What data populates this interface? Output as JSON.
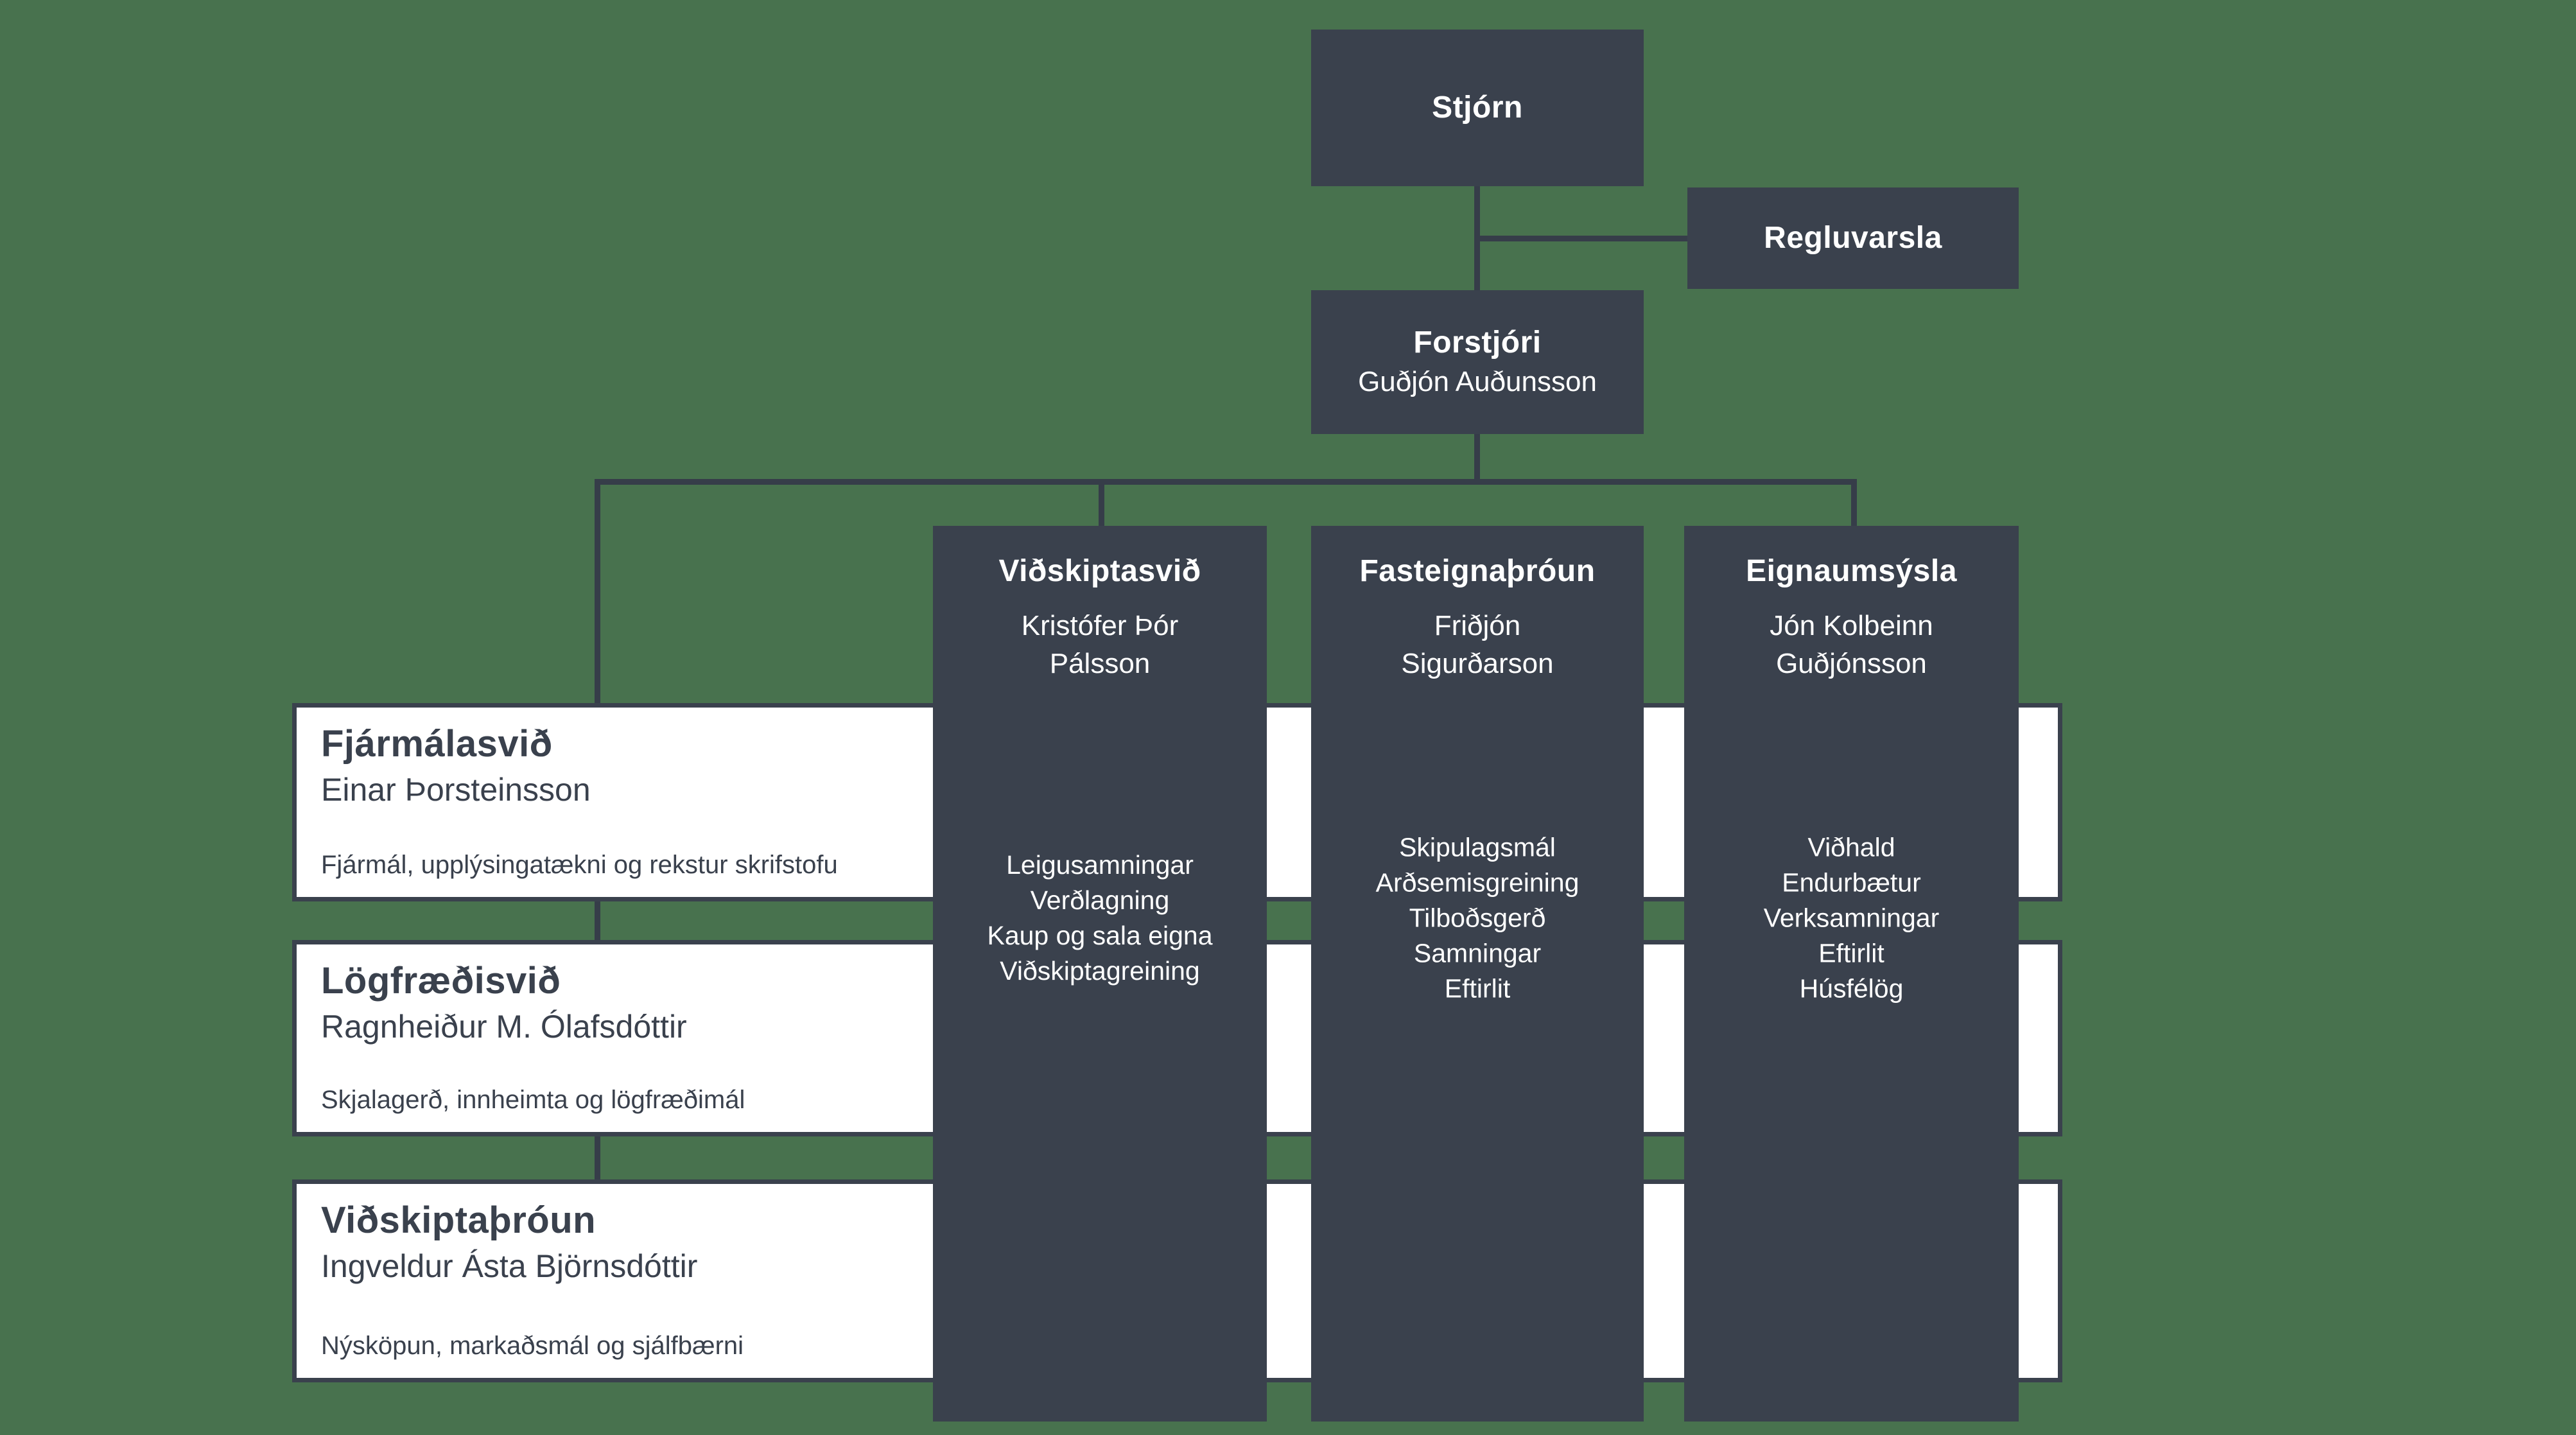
{
  "colors": {
    "background": "#48724E",
    "box_dark": "#3A414D",
    "box_light": "#FFFFFF",
    "line": "#363D49",
    "text_light": "#FFFFFF",
    "text_dark": "#3A414D"
  },
  "top": {
    "board": {
      "title": "Stjórn"
    },
    "compliance": {
      "title": "Regluvarsla"
    },
    "ceo": {
      "title": "Forstjóri",
      "name": "Guðjón Auðunsson"
    }
  },
  "columns": [
    {
      "title": "Viðskiptasvið",
      "name_lines": [
        "Kristófer Þór",
        "Pálsson"
      ],
      "items": [
        "Leigusamningar",
        "Verðlagning",
        "Kaup og sala eigna",
        "Viðskiptagreining"
      ]
    },
    {
      "title": "Fasteignaþróun",
      "name_lines": [
        "Friðjón",
        "Sigurðarson"
      ],
      "items": [
        "Skipulagsmál",
        "Arðsemisgreining",
        "Tilboðsgerð",
        "Samningar",
        "Eftirlit"
      ]
    },
    {
      "title": "Eignaumsýsla",
      "name_lines": [
        "Jón Kolbeinn",
        "Guðjónsson"
      ],
      "items": [
        "Viðhald",
        "Endurbætur",
        "Verksamningar",
        "Eftirlit",
        "Húsfélög"
      ]
    }
  ],
  "rows": [
    {
      "title": "Fjármálasvið",
      "name": "Einar Þorsteinsson",
      "description": "Fjármál, upplýsingatækni og rekstur skrifstofu"
    },
    {
      "title": "Lögfræðisvið",
      "name": "Ragnheiður M. Ólafsdóttir",
      "description": "Skjalagerð, innheimta og lögfræðimál"
    },
    {
      "title": "Viðskiptaþróun",
      "name": "Ingveldur Ásta Björnsdóttir",
      "description": "Nýsköpun, markaðsmál og sjálfbærni"
    }
  ]
}
